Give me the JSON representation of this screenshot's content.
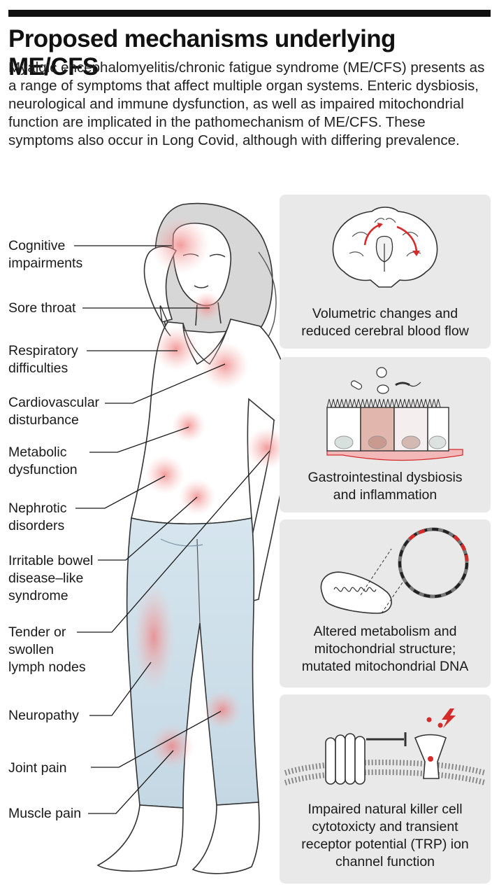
{
  "title": "Proposed mechanisms underlying ME/CFS",
  "description": "Myalgic encephalomyelitis/chronic fatigue syndrome (ME/CFS) presents as a range of symptoms that affect multiple organ systems. Enteric dysbiosis, neurological and immune dysfunction, as well as impaired mitochondrial function are implicated in the pathomechanism of ME/CFS. These symptoms also occur in Long Covid, although with differing prevalence.",
  "symptoms": [
    {
      "line1": "Cognitive",
      "line2": "impairments",
      "line3": ""
    },
    {
      "line1": "Sore throat",
      "line2": "",
      "line3": ""
    },
    {
      "line1": "Respiratory",
      "line2": "difficulties",
      "line3": ""
    },
    {
      "line1": "Cardiovascular",
      "line2": "disturbance",
      "line3": ""
    },
    {
      "line1": "Metabolic",
      "line2": "dysfunction",
      "line3": ""
    },
    {
      "line1": "Nephrotic",
      "line2": "disorders",
      "line3": ""
    },
    {
      "line1": "Irritable bowel",
      "line2": "disease–like",
      "line3": "syndrome"
    },
    {
      "line1": "Tender or",
      "line2": "swollen",
      "line3": "lymph nodes"
    },
    {
      "line1": "Neuropathy",
      "line2": "",
      "line3": ""
    },
    {
      "line1": "Joint pain",
      "line2": "",
      "line3": ""
    },
    {
      "line1": "Muscle pain",
      "line2": "",
      "line3": ""
    }
  ],
  "mechanisms": [
    {
      "line1": "Volumetric changes and",
      "line2": "reduced cerebral blood flow",
      "line3": "",
      "line4": ""
    },
    {
      "line1": "Gastrointestinal dysbiosis",
      "line2": "and inflammation",
      "line3": "",
      "line4": ""
    },
    {
      "line1": "Altered metabolism and",
      "line2": "mitochondrial structure;",
      "line3": "mutated mitochondrial DNA",
      "line4": ""
    },
    {
      "line1": "Impaired natural killer cell",
      "line2": "cytotoxicty and transient",
      "line3": "receptor potential (TRP) ion",
      "line4": "channel function"
    }
  ],
  "colors": {
    "accent_red": "#d42b2b",
    "inflammation": "#f08a8a",
    "panel_bg": "#e9e9e9",
    "jeans": "#cfe0ea"
  }
}
